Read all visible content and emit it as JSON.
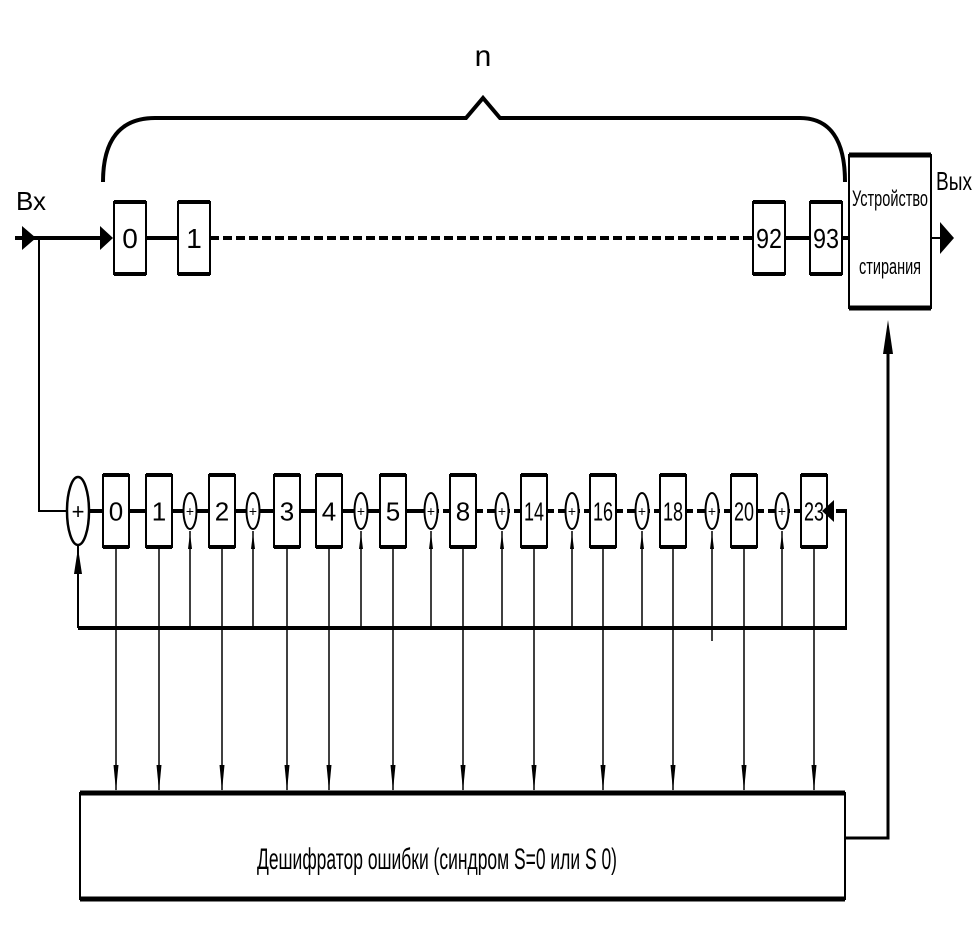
{
  "labels": {
    "n": "n",
    "input": "Вх",
    "output": "Вых",
    "erase_device_line1": "Устройство",
    "erase_device_line2": "стирания",
    "decoder": "Дешифратор ошибки (синдром S=0 или S 0)"
  },
  "buffer_register": {
    "cells": [
      "0",
      "1",
      "92",
      "93"
    ]
  },
  "syndrome_register": {
    "cells": [
      "0",
      "1",
      "2",
      "3",
      "4",
      "5",
      "8",
      "14",
      "16",
      "18",
      "20",
      "23"
    ],
    "adder_symbol": "+"
  },
  "colors": {
    "line": "#000000",
    "background": "#ffffff"
  }
}
